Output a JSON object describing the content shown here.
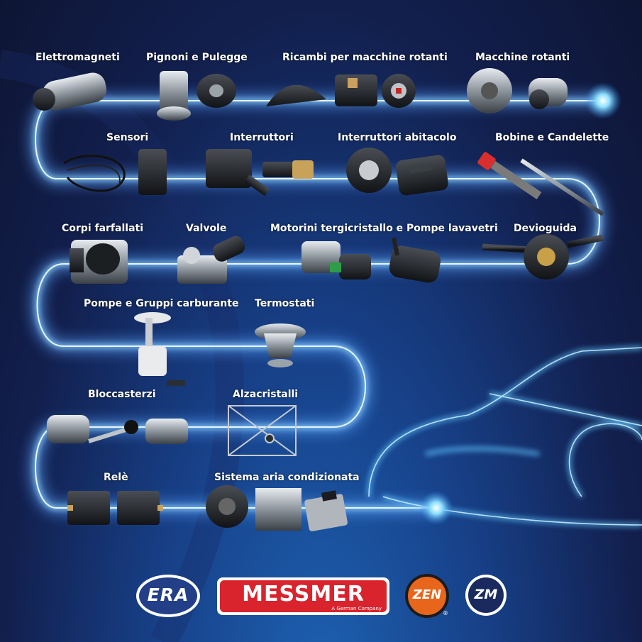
{
  "categories": [
    "Elettromagneti",
    "Pignoni e Pulegge",
    "Ricambi per macchine rotanti",
    "Macchine rotanti",
    "Sensori",
    "Interruttori",
    "Interruttori abitacolo",
    "Bobine e Candelette",
    "Corpi farfallati",
    "Valvole",
    "Motorini tergicristallo e Pompe lavavetri",
    "Devioguida",
    "Pompe e Gruppi carburante",
    "Termostati",
    "Bloccasterzi",
    "Alzacristalli",
    "Relè",
    "Sistema aria condizionata"
  ],
  "brands": {
    "era": "ERA",
    "messmer": "MESSMER",
    "messmer_tagline": "A German Company",
    "zen": "ZEN",
    "zm": "ZM",
    "registered": "®"
  },
  "colors": {
    "glow": "#8fd4ff",
    "messmer_red": "#d9232d",
    "zen_orange": "#e8661b",
    "era_blue": "#233f88"
  }
}
